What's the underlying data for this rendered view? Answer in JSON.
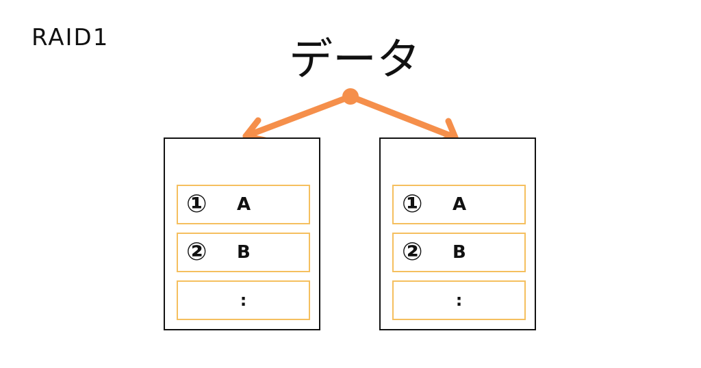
{
  "header": {
    "scheme": "RAID1",
    "data": "データ"
  },
  "colors": {
    "arrow": "#f58f4b",
    "block_border": "#f5bf5e",
    "disk_border": "#111111"
  },
  "disks": [
    {
      "blocks": [
        {
          "num": "①",
          "letter": "A"
        },
        {
          "num": "②",
          "letter": "B"
        },
        {
          "dots": ":"
        }
      ]
    },
    {
      "blocks": [
        {
          "num": "①",
          "letter": "A"
        },
        {
          "num": "②",
          "letter": "B"
        },
        {
          "dots": ":"
        }
      ]
    }
  ]
}
